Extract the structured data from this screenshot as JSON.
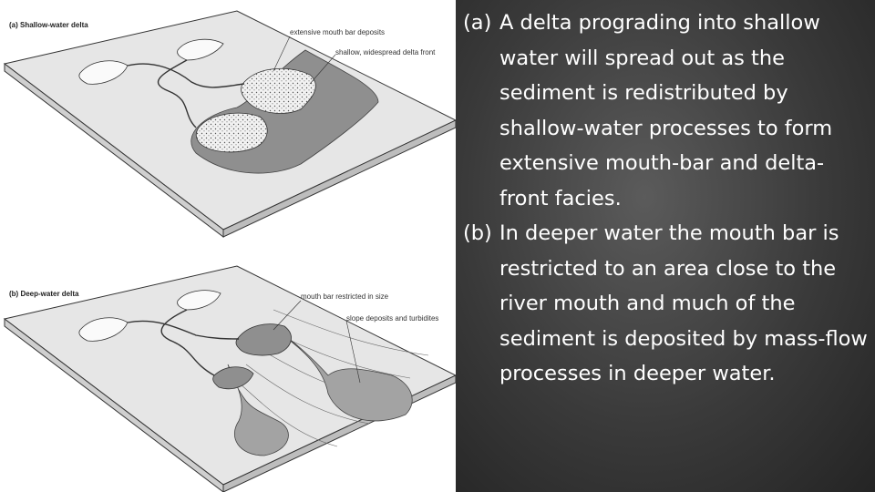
{
  "figure": {
    "panel_a": {
      "title": "(a) Shallow-water delta",
      "labels": {
        "mouth_bar": "extensive mouth bar deposits",
        "delta_front": "shallow, widespread delta front"
      }
    },
    "panel_b": {
      "title": "(b) Deep-water delta",
      "labels": {
        "mouth_bar": "mouth bar restricted in size",
        "slope": "slope deposits and turbidites"
      }
    }
  },
  "caption": {
    "items": [
      {
        "marker": "(a)",
        "text": "A delta prograding into shallow water will spread out as the sediment is redistributed by shallow-water processes to form extensive mouth-bar and delta-front facies."
      },
      {
        "marker": "(b)",
        "text": "In deeper water the mouth bar is restricted to an area close to the river mouth and much of the sediment is deposited by mass-flow processes in deeper water."
      }
    ]
  },
  "colors": {
    "panel_background": "#3a3a3a",
    "caption_text": "#ffffff",
    "land_fill": "#e6e6e6",
    "deposit_fill": "#8f8f8f"
  }
}
